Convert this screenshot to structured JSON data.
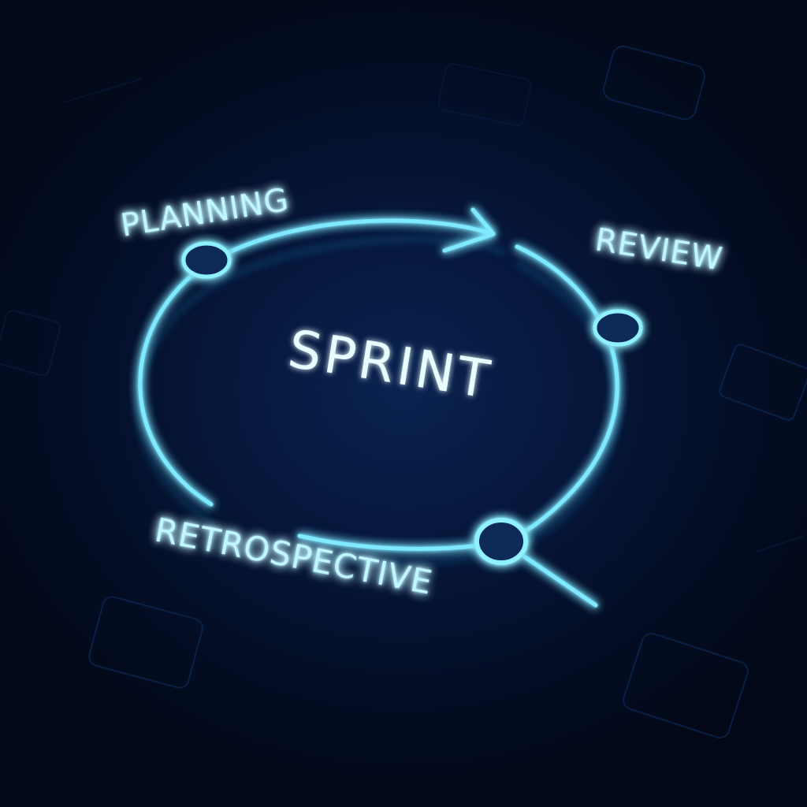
{
  "diagram": {
    "center_label": "SPRINT",
    "stages": [
      {
        "key": "planning",
        "label": "PLANNING"
      },
      {
        "key": "review",
        "label": "REVIEW"
      },
      {
        "key": "retrospective",
        "label": "RETROSPECTIVE"
      }
    ]
  },
  "colors": {
    "background": "#030a1a",
    "neon_stroke": "#6fe6ff",
    "neon_glow": "#19b6ff",
    "text_fill": "#bff6ff"
  }
}
